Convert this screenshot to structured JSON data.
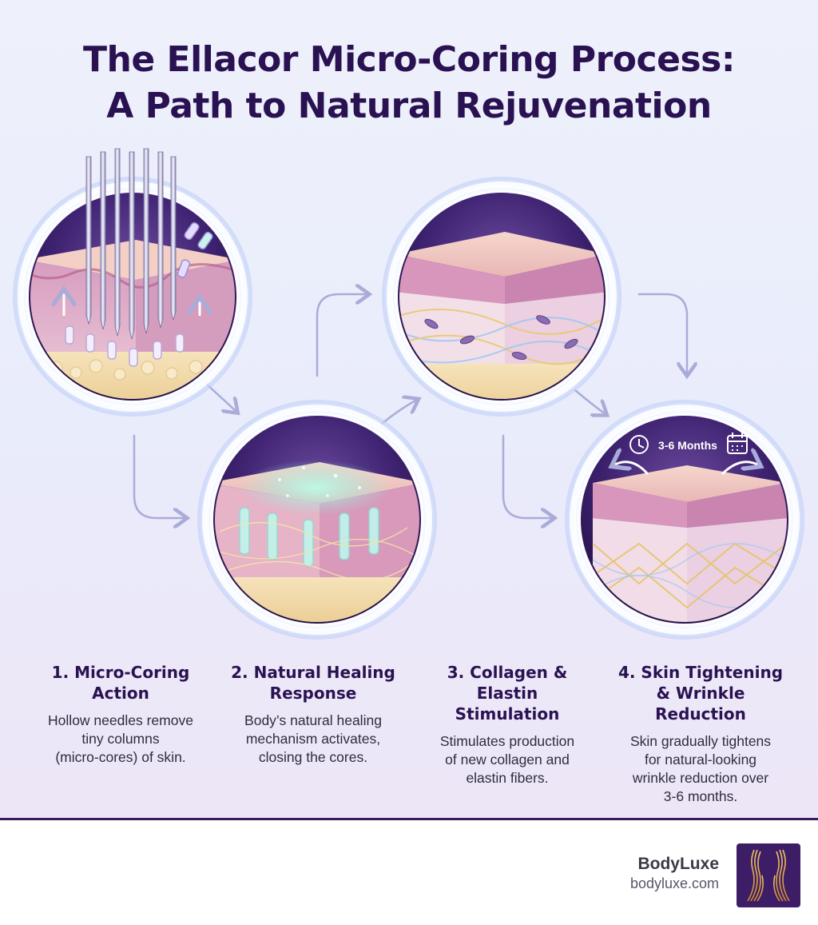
{
  "title": {
    "line1": "The Ellacor Micro-Coring Process:",
    "line2": "A Path to Natural Rejuvenation"
  },
  "steps": [
    {
      "heading_line1": "1. Micro-Coring",
      "heading_line2": "Action",
      "desc_line1": "Hollow needles remove",
      "desc_line2": "tiny columns",
      "desc_line3": "(micro-cores) of skin."
    },
    {
      "heading_line1": "2. Natural Healing",
      "heading_line2": "Response",
      "desc_line1": "Body’s natural healing",
      "desc_line2": "mechanism activates,",
      "desc_line3": "closing the cores."
    },
    {
      "heading_line1": "3. Collagen & Elastin",
      "heading_line2": "Stimulation",
      "desc_line1": "Stimulates production",
      "desc_line2": "of new collagen and",
      "desc_line3": "elastin fibers."
    },
    {
      "heading_line1": "4. Skin Tightening",
      "heading_line2": "& Wrinkle Reduction",
      "desc_line1": "Skin gradually tightens",
      "desc_line2": "for natural-looking",
      "desc_line3": "wrinkle reduction over",
      "desc_line4": "3-6 months."
    }
  ],
  "timeline_badge": "3-6 Months",
  "icons": [
    "needle-icon",
    "clock-icon",
    "calendar-icon",
    "arrow-icon",
    "logo-icon"
  ],
  "colors": {
    "title": "#2a1252",
    "accent": "#5a2a86",
    "skin": "#ecc2c4",
    "dermis": "#c98bb4",
    "fat": "#f2dca8",
    "footer_line": "#3b1d5e"
  },
  "footer": {
    "brand": "BodyLuxe",
    "url": "bodyluxe.com"
  }
}
